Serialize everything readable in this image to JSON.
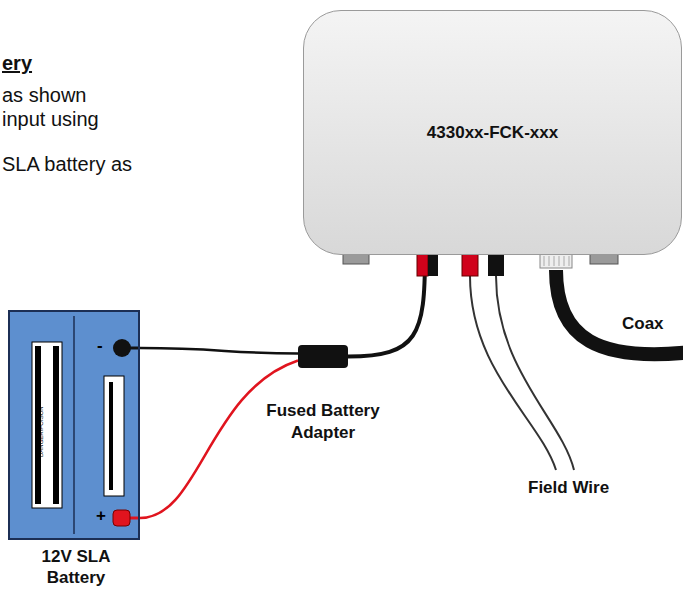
{
  "diagram": {
    "nodes": [
      {
        "text": [
          "4330xx-FCK-xxx"
        ]
      },
      {
        "text": [
          "12V SLA Battery"
        ]
      },
      {
        "text": [
          "Fused Battery Adapter"
        ]
      }
    ],
    "edges": [
      {
        "from": 1,
        "to": 2,
        "arrow": "none"
      },
      {
        "from": 1,
        "to": 2,
        "arrow": "none"
      },
      {
        "from": 2,
        "to": 0,
        "arrow": "none"
      }
    ],
    "labels": [
      "ery",
      "as shown",
      "input using",
      "SLA battery as",
      "Coax",
      "Field Wire",
      "-",
      "+",
      "DANGER/POISON"
    ]
  }
}
